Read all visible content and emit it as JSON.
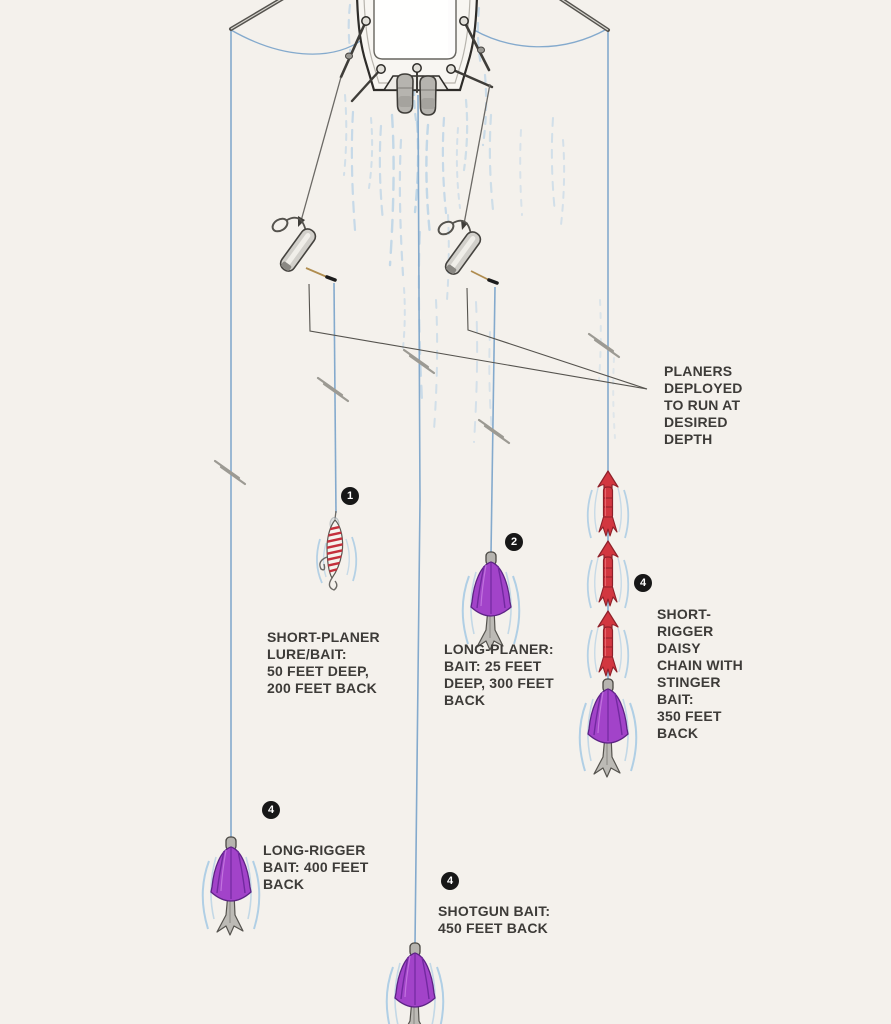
{
  "diagram": {
    "background": "#f4f1ec",
    "colors": {
      "fishing_line": "#84aacd",
      "wake": "#aecde6",
      "annotation_text": "#3d3b38",
      "badge_bg": "#171717",
      "badge_text": "#ffffff",
      "squid_purple": "#a243c9",
      "squid_red": "#d23740",
      "leader_tan": "#b08d4f"
    },
    "figures": {
      "boat": "stern-of-center-console-boat-icon",
      "planer": "trolling-planer-icon",
      "plug_lure": "red-white-diving-plug-icon",
      "purple_lure": "purple-squid-skirt-lure-icon",
      "red_chain": "red-squid-daisy-chain-icon",
      "break_mark": "line-break-mark-icon"
    },
    "annotations": {
      "planers_note": "PLANERS\nDEPLOYED\nTO RUN AT\nDESIRED\nDEPTH",
      "callouts": [
        {
          "id": "short-planer",
          "badge": "1",
          "label": "SHORT-PLANER\nLURE/BAIT:\n50 FEET DEEP,\n200 FEET BACK"
        },
        {
          "id": "long-planer",
          "badge": "2",
          "label": "LONG-PLANER:\nBAIT: 25 FEET\nDEEP, 300 FEET\nBACK"
        },
        {
          "id": "short-rigger",
          "badge": "4",
          "label": "SHORT-\nRIGGER\nDAISY\nCHAIN WITH\nSTINGER\nBAIT:\n350 FEET\nBACK"
        },
        {
          "id": "long-rigger",
          "badge": "4",
          "label": "LONG-RIGGER\nBAIT: 400 FEET\nBACK"
        },
        {
          "id": "shotgun",
          "badge": "4",
          "label": "SHOTGUN BAIT:\n450 FEET BACK"
        }
      ]
    }
  }
}
